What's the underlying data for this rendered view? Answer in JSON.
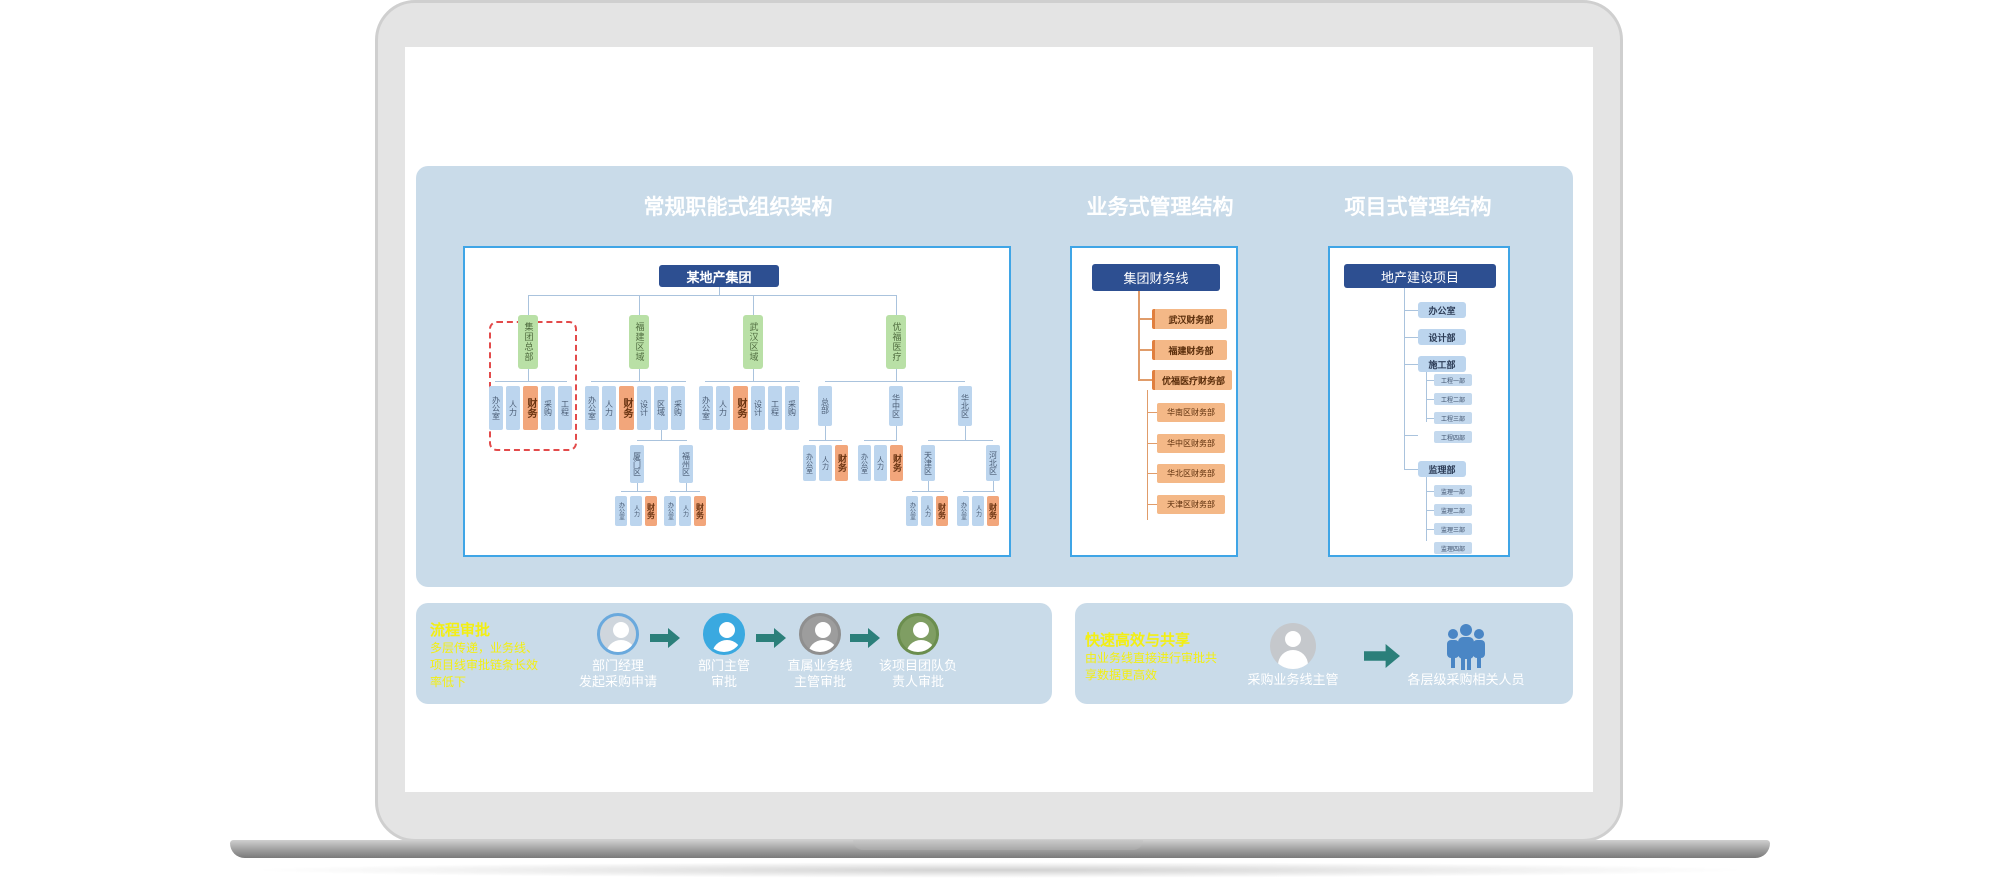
{
  "titles": {
    "functional": "常规职能式组织架构",
    "business": "业务式管理结构",
    "project": "项目式管理结构"
  },
  "org": {
    "root": "某地产集团",
    "branches": [
      "集团总部",
      "福建区域",
      "武汉区域",
      "优福医疗"
    ],
    "hq_depts": [
      "办公室",
      "人力",
      "财务",
      "采购",
      "工程"
    ],
    "fujian_depts": [
      "办公室",
      "人力",
      "财务",
      "设计",
      "区域",
      "采购"
    ],
    "fujian_subs": [
      "厦门区",
      "福州区"
    ],
    "wuhan_depts": [
      "办公室",
      "人力",
      "财务",
      "设计",
      "工程",
      "采购"
    ],
    "youfu_subs": [
      "总部",
      "华中区",
      "华北区"
    ],
    "youfu_sub2": [
      "天津区",
      "河北区"
    ],
    "small_depts": [
      "办公室",
      "人力",
      "财务"
    ]
  },
  "business": {
    "root": "集团财务线",
    "level1": [
      "武汉财务部",
      "福建财务部",
      "优福医疗财务部"
    ],
    "level2": [
      "华南区财务部",
      "华中区财务部",
      "华北区财务部",
      "天津区财务部"
    ]
  },
  "project": {
    "root": "地产建设项目",
    "depts": [
      "办公室",
      "设计部",
      "施工部",
      "监理部"
    ],
    "construction_teams": [
      "工程一部",
      "工程二部",
      "工程三部",
      "工程四部"
    ],
    "supervision_teams": [
      "监理一部",
      "监理二部",
      "监理三部",
      "监理四部"
    ]
  },
  "process_left": {
    "heading": "流程审批",
    "desc": "多层传递，业务线、项目线审批链条长效率低下",
    "steps": [
      {
        "line1": "部门经理",
        "line2": "发起采购申请"
      },
      {
        "line1": "部门主管",
        "line2": "审批"
      },
      {
        "line1": "直属业务线",
        "line2": "主管审批"
      },
      {
        "line1": "该项目团队负",
        "line2": "责人审批"
      }
    ]
  },
  "process_right": {
    "heading": "快速高效与共享",
    "desc": "由业务线直接进行审批共享数据更高效",
    "steps": [
      {
        "line1": "采购业务线主管",
        "line2": ""
      },
      {
        "line1": "各层级采购相关人员",
        "line2": ""
      }
    ]
  },
  "colors": {
    "panel": "#c9dbe9",
    "frame_border": "#3fa5e6",
    "dark_blue": "#2d4f91",
    "green": "#b9e0a6",
    "light_blue": "#bcd5ee",
    "orange": "#f2a67b",
    "arrow": "#2b7f7a",
    "yellow": "#f3ef12"
  }
}
